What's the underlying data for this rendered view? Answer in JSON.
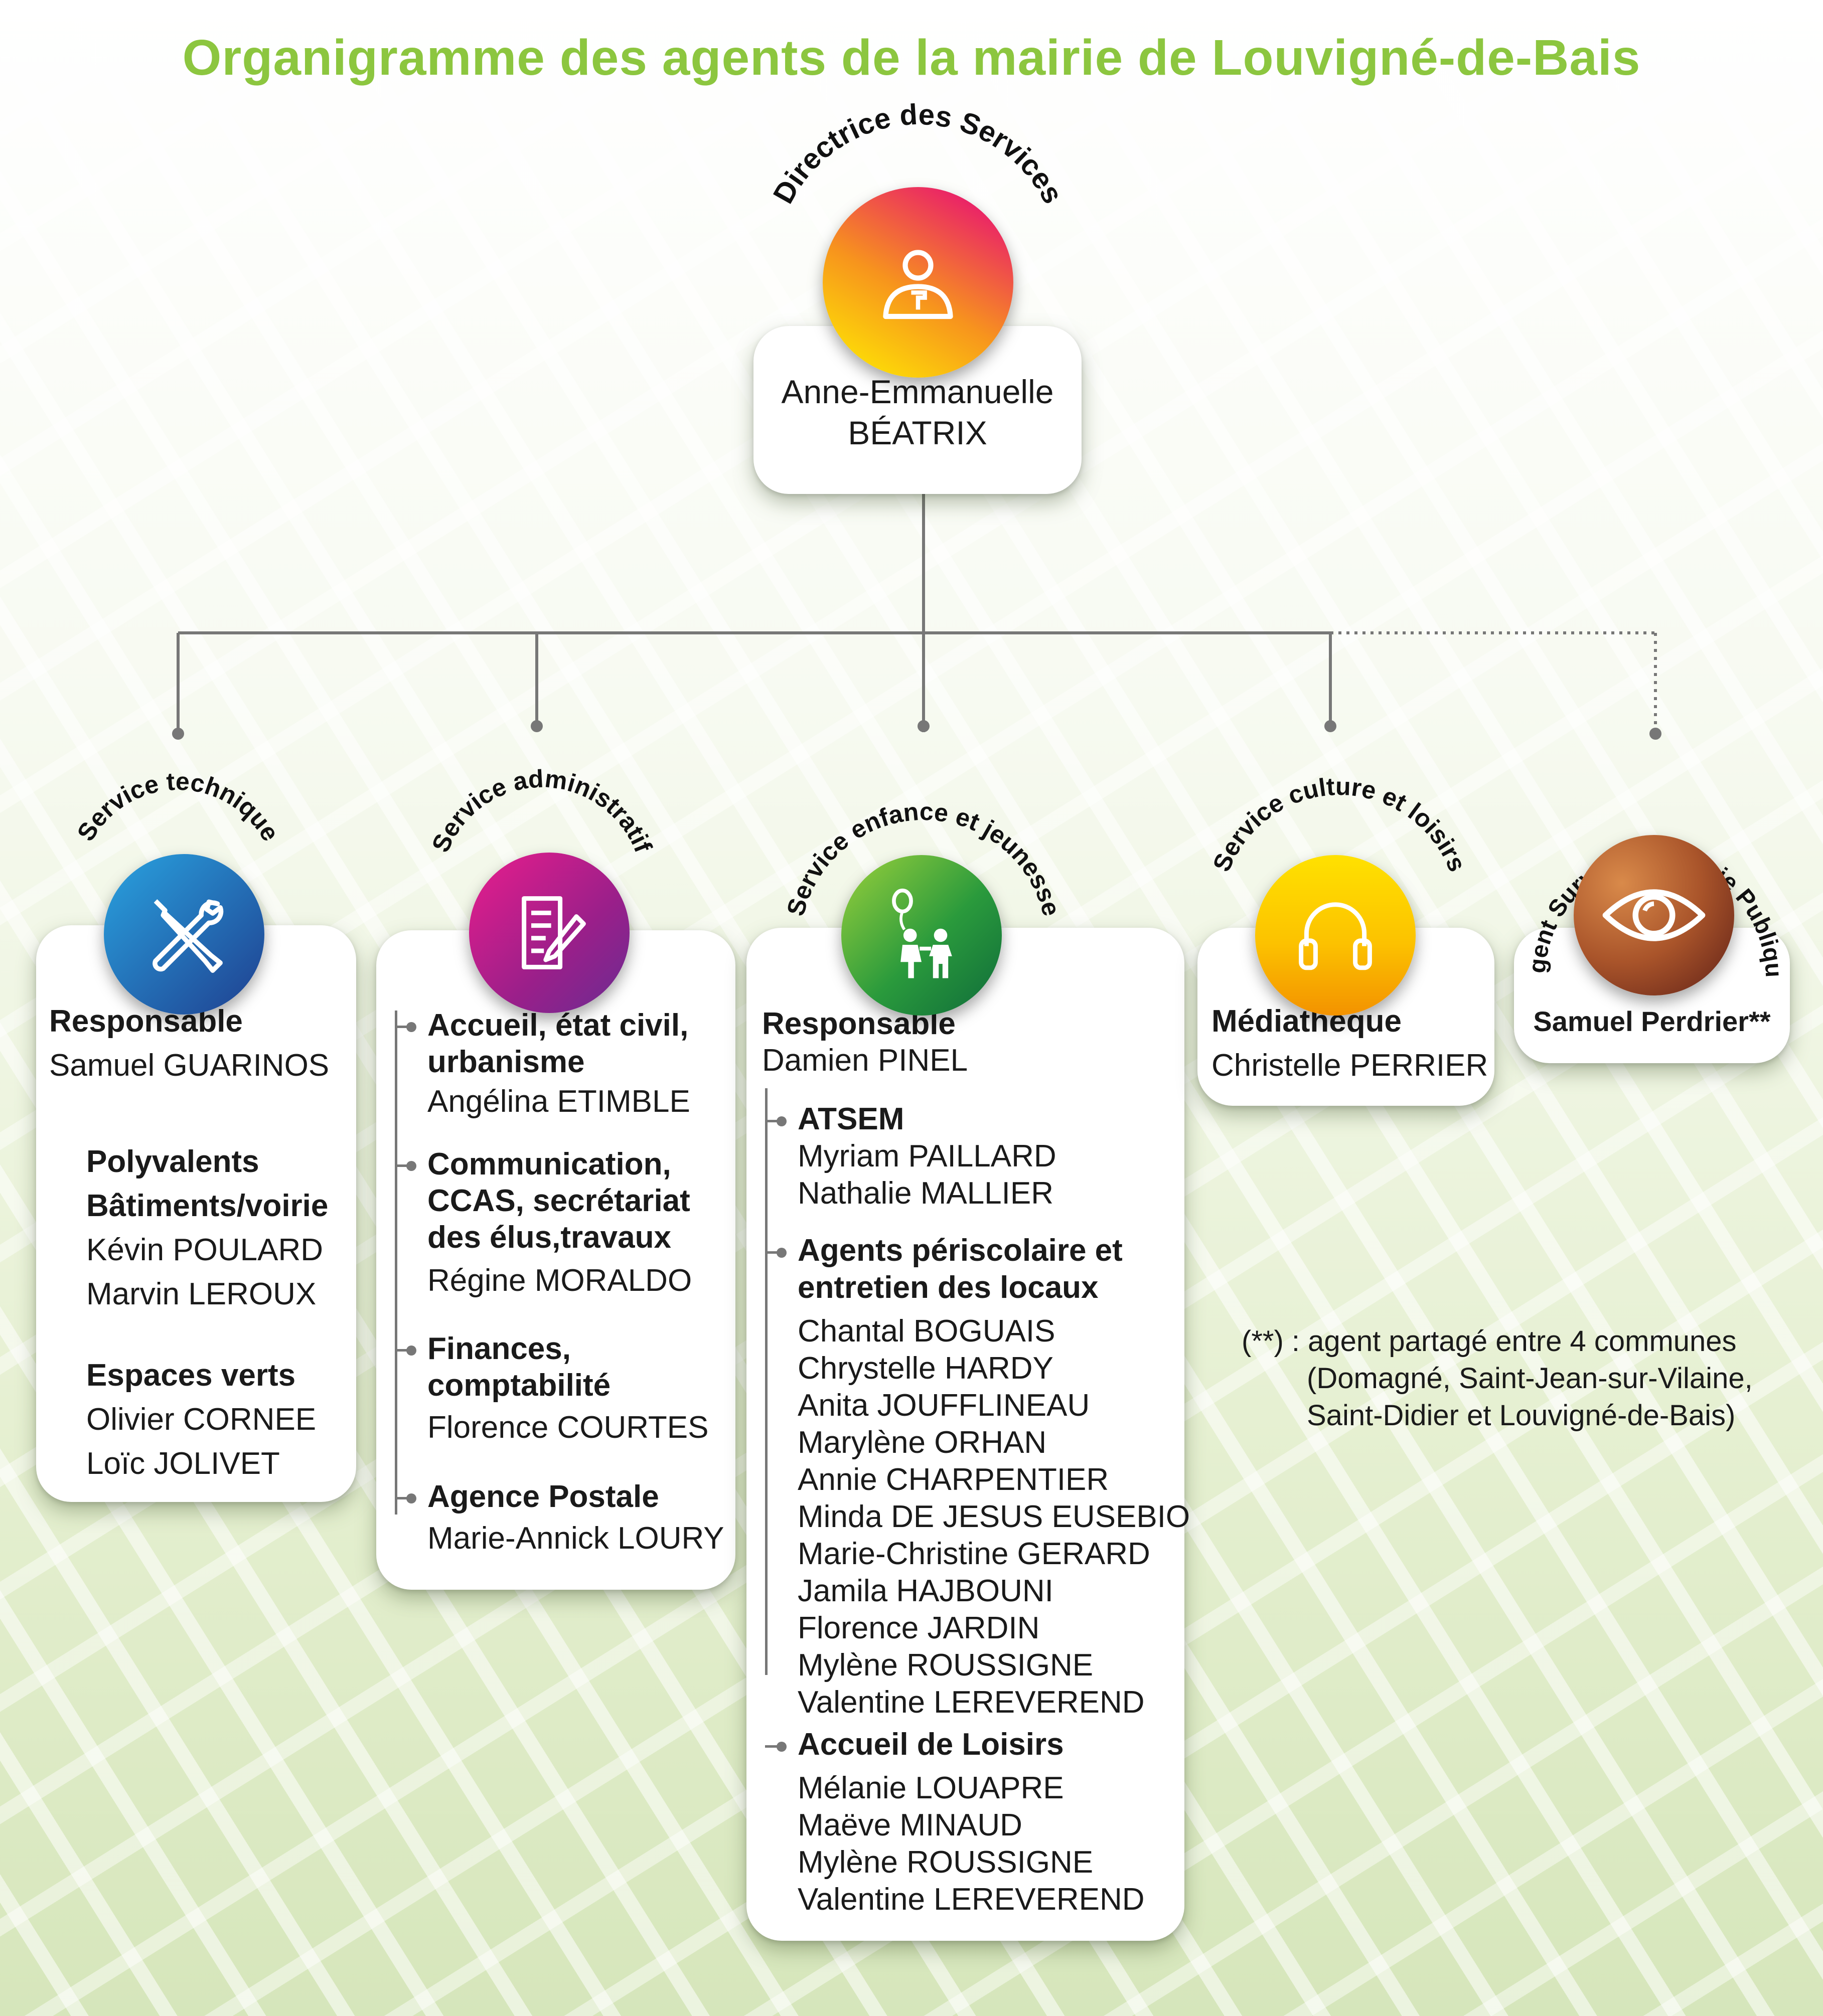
{
  "title": "Organigramme des agents de la mairie de Louvigné-de-Bais",
  "colors": {
    "title": "#8cc63f",
    "line": "#777777"
  },
  "director": {
    "role": "Directrice des Services",
    "icon": "person-icon",
    "name_line1": "Anne-Emmanuelle",
    "name_line2": "BÉATRIX"
  },
  "services": [
    {
      "id": "technique",
      "label": "Service technique",
      "icon": "tools-icon",
      "colors": [
        "#29a3e0",
        "#1f3f8f"
      ],
      "responsable_label": "Responsable",
      "responsable_name": "Samuel GUARINOS",
      "groups": [
        {
          "title1": "Polyvalents",
          "title2": "Bâtiments/voirie",
          "members": [
            "Kévin POULARD",
            "Marvin LEROUX"
          ]
        },
        {
          "title1": "Espaces verts",
          "members": [
            "Olivier CORNEE",
            "Loïc JOLIVET"
          ]
        }
      ]
    },
    {
      "id": "administratif",
      "label": "Service administratif",
      "icon": "document-pen-icon",
      "colors": [
        "#e91e8c",
        "#6a2c91"
      ],
      "groups": [
        {
          "title1": "Accueil, état civil,",
          "title2": "urbanisme",
          "members": [
            "Angélina ETIMBLE"
          ]
        },
        {
          "title1": "Communication,",
          "title2": "CCAS, secrétariat",
          "title3": "des élus,travaux",
          "members": [
            "Régine MORALDO"
          ]
        },
        {
          "title1": "Finances,",
          "title2": "comptabilité",
          "members": [
            "Florence COURTES"
          ]
        },
        {
          "title1": "Agence Postale",
          "members": [
            "Marie-Annick LOURY"
          ]
        }
      ]
    },
    {
      "id": "enfance",
      "label": "Service enfance et jeunesse",
      "icon": "children-balloon-icon",
      "colors": [
        "#9bd13b",
        "#0f6b3a"
      ],
      "responsable_label": "Responsable",
      "responsable_name": "Damien PINEL",
      "groups": [
        {
          "title1": "ATSEM",
          "members": [
            "Myriam PAILLARD",
            "Nathalie MALLIER"
          ]
        },
        {
          "title1": "Agents périscolaire et",
          "title2": "entretien des locaux",
          "members": [
            "Chantal BOGUAIS",
            "Chrystelle HARDY",
            "Anita JOUFFLINEAU",
            "Marylène ORHAN",
            "Annie CHARPENTIER",
            "Minda DE JESUS EUSEBIO",
            "Marie-Christine GERARD",
            "Jamila HAJBOUNI",
            "Florence JARDIN",
            "Mylène ROUSSIGNE",
            "Valentine LEREVEREND"
          ]
        },
        {
          "title1": "Accueil de Loisirs",
          "members": [
            "Mélanie LOUAPRE",
            "Maëve MINAUD",
            "Mylène ROUSSIGNE",
            "Valentine LEREVEREND"
          ]
        }
      ]
    },
    {
      "id": "culture",
      "label": "Service culture et loisirs",
      "icon": "headphones-icon",
      "colors": [
        "#ffe100",
        "#f39200"
      ],
      "groups": [
        {
          "title1": "Médiathèque",
          "members": [
            "Christelle PERRIER"
          ]
        }
      ]
    },
    {
      "id": "surveillance",
      "label": "Agent Surveillance Voie Publique",
      "icon": "eye-icon",
      "colors": [
        "#c8743a",
        "#5e1f17"
      ],
      "groups": [
        {
          "title1": "Samuel Perdrier**",
          "members": []
        }
      ]
    }
  ],
  "footnote": {
    "line1": "(**) : agent partagé entre 4 communes",
    "line2": "(Domagné, Saint-Jean-sur-Vilaine,",
    "line3": "Saint-Didier et Louvigné-de-Bais)"
  }
}
